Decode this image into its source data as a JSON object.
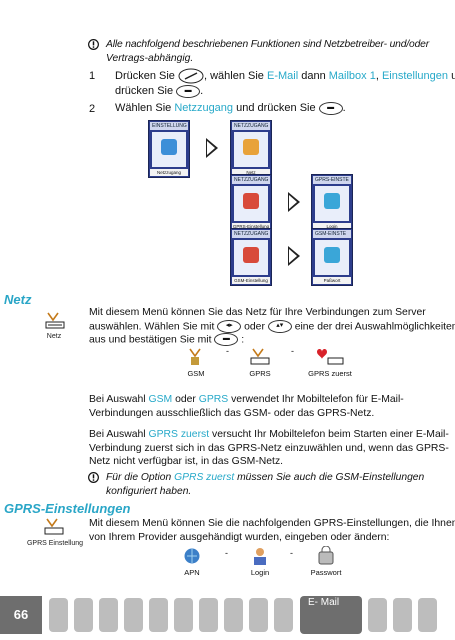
{
  "note1": {
    "line1": "Alle nachfolgend beschriebenen Funktionen sind Netzbetreiber- und/oder",
    "line2": "Vertrags-abhängig."
  },
  "steps": [
    {
      "num": "1",
      "a": "Drücken Sie",
      "b": ", wählen Sie",
      "email": "E-Mail",
      "c": "dann",
      "mailbox": "Mailbox 1",
      "einst": "Einstellungen",
      "d": "und",
      "line2": "drücken Sie"
    },
    {
      "num": "2",
      "a": "Wählen Sie",
      "netzzugang": "Netzzugang",
      "b": "und drücken Sie"
    }
  ],
  "screens": [
    {
      "title": "EINSTELLUNG",
      "caption": "Netzzugang",
      "color": "#3d8fd8"
    },
    {
      "title": "NETZZUGANG",
      "caption": "Netz",
      "color": "#e8a23a"
    },
    {
      "title": "NETZZUGANG",
      "caption": "GPRS-Einstellung",
      "color": "#d84a3a"
    },
    {
      "title": "GPRS-EINSTE",
      "caption": "Login",
      "color": "#3aa6d8"
    },
    {
      "title": "NETZZUGANG",
      "caption": "GSM-Einstellung",
      "color": "#d84a3a"
    },
    {
      "title": "GSM-EINSTE",
      "caption": "Paßwort",
      "color": "#3aa6d8"
    }
  ],
  "netz": {
    "title": "Netz",
    "side_label": "Netz",
    "p1a": "Mit diesem Menü können Sie das Netz für Ihre Verbindungen zum Server",
    "p1b": "auswählen. Wählen Sie mit",
    "p1c": "oder",
    "p1d": "eine der drei Auswahlmöglichkeiten",
    "p1e": "aus und bestätigen Sie mit",
    "p1f": ":",
    "options": [
      "GSM",
      "GPRS",
      "GPRS zuerst"
    ],
    "p2": {
      "a": "Bei Auswahl",
      "gsm": "GSM",
      "b": "oder",
      "gprs": "GPRS",
      "c": "verwendet Ihr Mobiltelefon für E-Mail-",
      "line2": "Verbindungen ausschließlich das GSM- oder das GPRS-Netz."
    },
    "p3": {
      "a": "Bei Auswahl",
      "gprs_first": "GPRS zuerst",
      "b": "versucht Ihr Mobiltelefon beim Starten einer E-Mail-",
      "line2": "Verbindung zuerst sich in das GPRS-Netz einzuwählen und, wenn das GPRS-",
      "line3": "Netz nicht verfügbar ist, in das GSM-Netz."
    },
    "note": {
      "a": "Für die Option",
      "gprs_first": "GPRS zuerst",
      "b": "müssen Sie auch die GSM-Einstellungen",
      "line2": "konfiguriert haben."
    }
  },
  "gprs": {
    "title": "GPRS-Einstellungen",
    "side_label": "GPRS Einstellung",
    "p1": "Mit diesem Menü können Sie die nachfolgenden GPRS-Einstellungen, die Ihnen",
    "p2": "von Ihrem Provider ausgehändigt wurden, eingeben oder ändern:",
    "options": [
      "APN",
      "Login",
      "Passwort"
    ]
  },
  "separator": "-",
  "footer": {
    "page": "66",
    "chapter": "E- Mail"
  },
  "colors": {
    "accent": "#27a9c9",
    "footer_dark": "#6e6e6e",
    "footer_tab": "#bdbdbd"
  }
}
